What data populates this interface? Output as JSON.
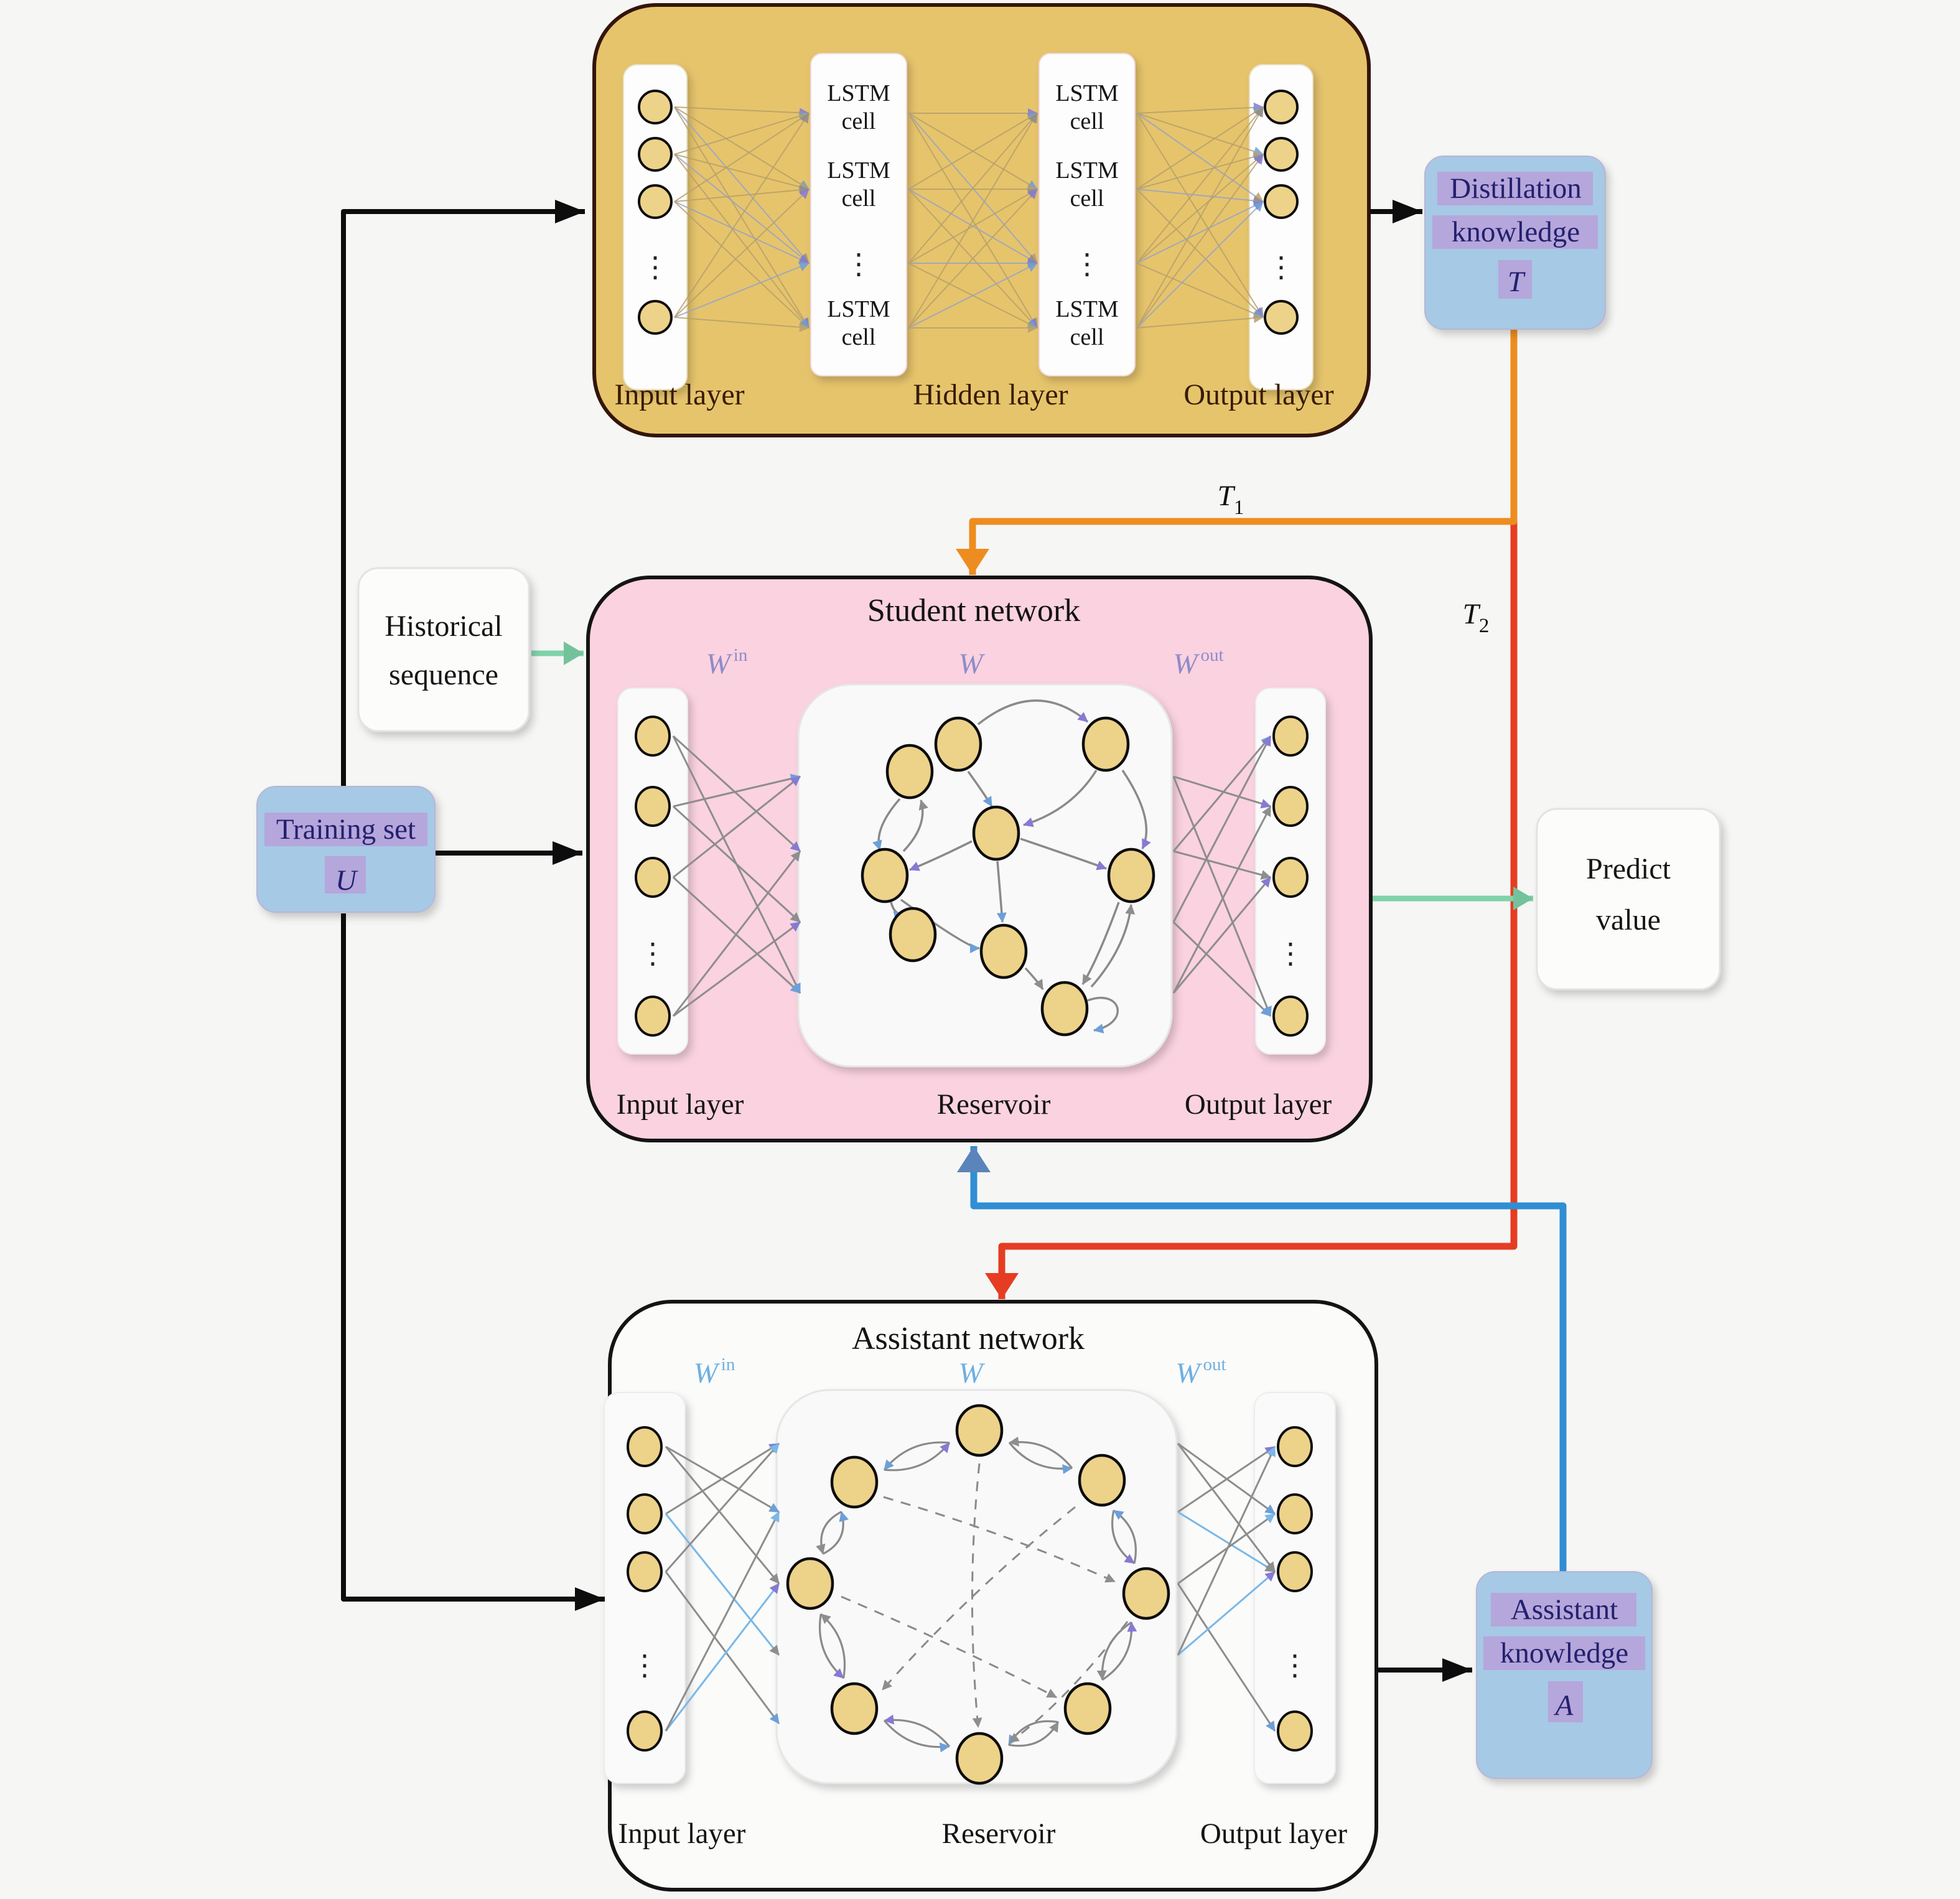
{
  "colors": {
    "background": "#f6f6f5",
    "teacher_gold": "#e6c46c",
    "teacher_border": "#33150a",
    "student_pink": "#fbd2e0",
    "network_border": "#141414",
    "box_blue": "#a6c9e5",
    "highlight_purple": "#b5a4da",
    "node_yellow": "#edd28a",
    "orange": "#ee8d1f",
    "red": "#e63c22",
    "blue": "#2f8ed4",
    "steel": "#5b84ba",
    "green": "#80d2a8",
    "green_head": "#74c29b",
    "black": "#0d0d0d",
    "gray_line": "#8d8d8d",
    "tan_line": "#b7a06b",
    "w_student": "#8f8cc8",
    "w_assistant": "#6fb0e2"
  },
  "glyphs": {
    "vdots": "⋮"
  },
  "teacher": {
    "layer_labels": {
      "input": "Input layer",
      "hidden": "Hidden layer",
      "output": "Output layer"
    },
    "lstm": {
      "line1": "LSTM",
      "line2": "cell"
    }
  },
  "student": {
    "title": "Student network",
    "w_in": {
      "main": "W",
      "sup": "in"
    },
    "w": {
      "main": "W",
      "sup": ""
    },
    "w_out": {
      "main": "W",
      "sup": "out"
    },
    "layer_labels": {
      "input": "Input layer",
      "reservoir": "Reservoir",
      "output": "Output layer"
    }
  },
  "assistant": {
    "title": "Assistant network",
    "w_in": {
      "main": "W",
      "sup": "in"
    },
    "w": {
      "main": "W",
      "sup": ""
    },
    "w_out": {
      "main": "W",
      "sup": "out"
    },
    "layer_labels": {
      "input": "Input layer",
      "reservoir": "Reservoir",
      "output": "Output layer"
    }
  },
  "side_boxes": {
    "historical": {
      "line1": "Historical",
      "line2": "sequence"
    },
    "training": {
      "line1": "Training set",
      "symbol": "U"
    },
    "distillation": {
      "line1": "Distillation",
      "line2": "knowledge",
      "symbol": "T"
    },
    "assistant_knowledge": {
      "line1": "Assistant",
      "line2": "knowledge",
      "symbol": "A"
    },
    "predict": {
      "line1": "Predict",
      "line2": "value"
    }
  },
  "edge_labels": {
    "t1": {
      "main": "T",
      "sub": "1"
    },
    "t2": {
      "main": "T",
      "sub": "2"
    }
  }
}
